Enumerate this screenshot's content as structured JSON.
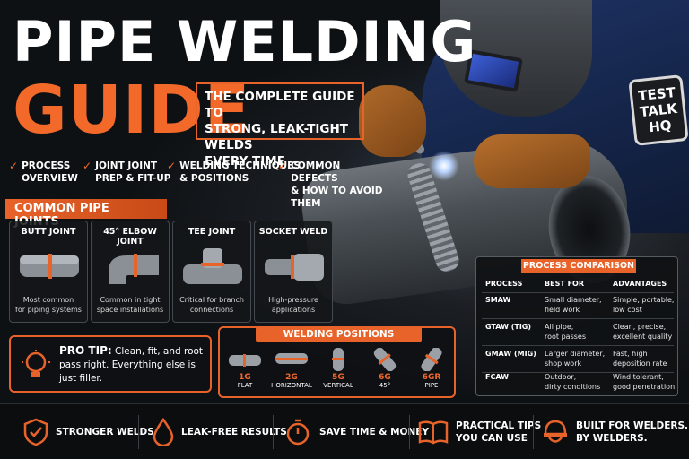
{
  "title": {
    "line1": "PIPE WELDING",
    "line2": "GUIDE"
  },
  "subtitle": {
    "lines": [
      "THE COMPLETE GUIDE TO",
      "STRONG, LEAK-TIGHT WELDS",
      "EVERY TIME"
    ]
  },
  "badge": {
    "lines": [
      "TEST",
      "TALK",
      "HQ"
    ]
  },
  "checklist": [
    {
      "lines": [
        "PROCESS",
        "OVERVIEW"
      ]
    },
    {
      "lines": [
        "JOINT JOINT",
        "PREP & FIT-UP"
      ]
    },
    {
      "lines": [
        "WELDING TECHNIQUES",
        "& POSITIONS"
      ]
    },
    {
      "lines": [
        "COMMON DEFECTS",
        "& HOW TO AVOID THEM"
      ]
    }
  ],
  "joints": {
    "heading": "COMMON PIPE JOINTS",
    "items": [
      {
        "title": "BUTT JOINT",
        "desc": [
          "Most common",
          "for piping systems"
        ]
      },
      {
        "title": "45° ELBOW JOINT",
        "desc": [
          "Common in tight",
          "space installations"
        ]
      },
      {
        "title": "TEE JOINT",
        "desc": [
          "Critical for branch",
          "connections"
        ]
      },
      {
        "title": "SOCKET WELD",
        "desc": [
          "High-pressure",
          "applications"
        ]
      }
    ]
  },
  "pro_tip": {
    "label": "PRO TIP:",
    "text": "Clean, fit, and root pass right. Everything else is just filler."
  },
  "positions": {
    "heading": "WELDING POSITIONS",
    "items": [
      {
        "code": "1G",
        "name": "FLAT"
      },
      {
        "code": "2G",
        "name": "HORIZONTAL"
      },
      {
        "code": "5G",
        "name": "VERTICAL"
      },
      {
        "code": "6G",
        "name": "45°"
      },
      {
        "code": "6GR",
        "name": "PIPE"
      }
    ]
  },
  "comparison": {
    "heading": "PROCESS COMPARISON",
    "columns": [
      "PROCESS",
      "BEST FOR",
      "ADVANTAGES"
    ],
    "rows": [
      {
        "process": "SMAW",
        "best_for": [
          "Small diameter,",
          "field work"
        ],
        "advantages": [
          "Simple, portable,",
          "low cost"
        ]
      },
      {
        "process": "GTAW (TIG)",
        "best_for": [
          "All pipe,",
          "root passes"
        ],
        "advantages": [
          "Clean, precise,",
          "excellent quality"
        ]
      },
      {
        "process": "GMAW (MIG)",
        "best_for": [
          "Larger diameter,",
          "shop work"
        ],
        "advantages": [
          "Fast, high",
          "deposition rate"
        ]
      },
      {
        "process": "FCAW",
        "best_for": [
          "Outdoor,",
          "dirty conditions"
        ],
        "advantages": [
          "Wind tolerant,",
          "good penetration"
        ]
      }
    ]
  },
  "footer": [
    {
      "icon": "shield-check-icon",
      "lines": [
        "STRONGER WELDS"
      ]
    },
    {
      "icon": "drop-icon",
      "lines": [
        "LEAK-FREE RESULTS"
      ]
    },
    {
      "icon": "stopwatch-icon",
      "lines": [
        "SAVE TIME & MONEY"
      ]
    },
    {
      "icon": "book-icon",
      "lines": [
        "PRACTICAL TIPS",
        "YOU CAN USE"
      ]
    },
    {
      "icon": "welder-helmet-icon",
      "lines": [
        "BUILT FOR WELDERS.",
        "BY WELDERS."
      ]
    }
  ],
  "colors": {
    "accent": "#e8632a",
    "title_orange": "#f2692a",
    "background": "#101316",
    "jacket_blue": "#1f3466"
  }
}
